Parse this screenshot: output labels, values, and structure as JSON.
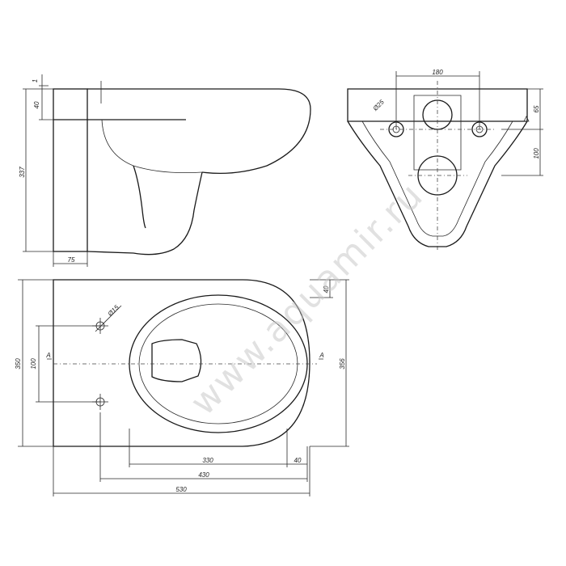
{
  "side_view": {
    "dim_top_small": "1",
    "dim_rim": "40",
    "dim_height": "337",
    "dim_bottom": "75"
  },
  "back_view": {
    "dim_holes_spacing": "180",
    "dim_hole_dia": "Ø25",
    "dim_right_upper": "65",
    "dim_right_lower": "100"
  },
  "top_view": {
    "dim_hole": "Ø15",
    "dim_holes_vertical": "100",
    "dim_total_width": "350",
    "dim_right_height": "356",
    "dim_top_right": "40",
    "dim_inner_330": "330",
    "dim_inner_40": "40",
    "dim_430": "430",
    "dim_length_530": "530",
    "section_left": "A",
    "section_right": "A"
  },
  "watermark": "www.aquamir.ru"
}
